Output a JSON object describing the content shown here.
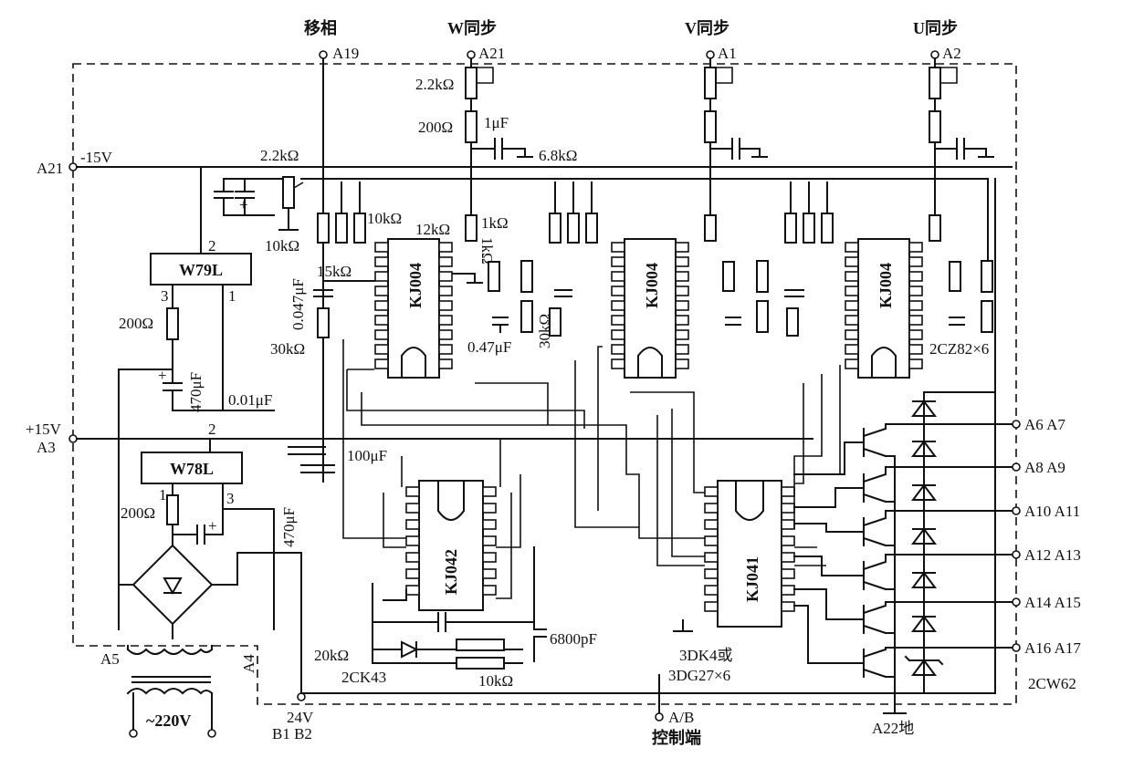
{
  "diagram": {
    "top_labels": {
      "phase_shift": "移相",
      "w_sync": "W同步",
      "v_sync": "V同步",
      "u_sync": "U同步"
    },
    "terminals": {
      "a19": "A19",
      "a21_top": "A21",
      "a1": "A1",
      "a2": "A2",
      "a21_left": "A21",
      "minus15": "-15V",
      "plus15": "+15V",
      "a3": "A3",
      "a5": "A5",
      "a4": "A4",
      "v24": "24V",
      "b1b2": "B1 B2",
      "ab": "A/B",
      "control": "控制端",
      "a22": "A22地",
      "a6a7": "A6 A7",
      "a8a9": "A8 A9",
      "a10a11": "A10 A11",
      "a12a13": "A12 A13",
      "a14a15": "A14 A15",
      "a16a17": "A16 A17"
    },
    "components": {
      "r_2k2_w": "2.2kΩ",
      "r_200_w": "200Ω",
      "c_1u": "1μF",
      "r_6k8": "6.8kΩ",
      "r_2k2_left": "2.2kΩ",
      "r_10k_pot": "10kΩ",
      "r_10k": "10kΩ",
      "r_12k": "12kΩ",
      "r_1k": "1kΩ",
      "r_15k": "15kΩ",
      "c_0047": "0.047μF",
      "r_30k": "30kΩ",
      "c_047": "0.47μF",
      "r_30k_b": "30kΩ",
      "diodes_2cz": "2CZ82×6",
      "r_200_a": "200Ω",
      "c_470_a": "470μF",
      "c_001": "0.01μF",
      "c_100": "100μF",
      "r_200_b": "200Ω",
      "c_470_b": "470μF",
      "c_6800p": "6800pF",
      "r_20k": "20kΩ",
      "d_2ck43": "2CK43",
      "r_10k_b": "10kΩ",
      "transistors": "3DK4或",
      "transistors_2": "3DG27×6",
      "zener": "2CW62",
      "mains": "~220V"
    },
    "chips": {
      "reg_neg": "W79L",
      "reg_pos": "W78L",
      "kj004": "KJ004",
      "kj042": "KJ042",
      "kj041": "KJ041"
    },
    "pin_numbers": {
      "p2": "2",
      "p3": "3",
      "p1": "1"
    }
  }
}
